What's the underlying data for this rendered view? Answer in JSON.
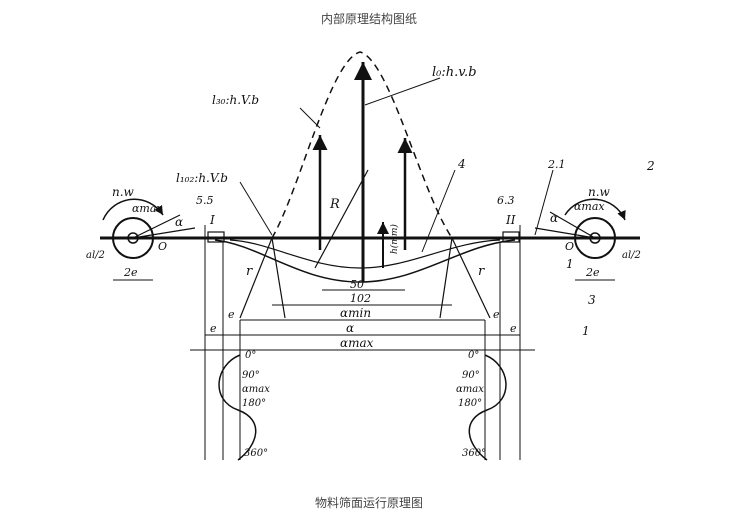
{
  "captions": {
    "top": "内部原理结构图纸",
    "bottom": "物料筛面运行原理图"
  },
  "labels": {
    "l0": "l₀:h.v.b",
    "l30": "l₃₀:h.V.b",
    "l102": "l₁₀₂:h.V.b",
    "nw_left": "n.w",
    "nw_right": "n.w",
    "amax_left": "αmax",
    "amax_right": "αmax",
    "alpha_left": "α",
    "alpha_right": "α",
    "n_5_5": "5.5",
    "n_2_1": "2.1",
    "n_6_3": "6.3",
    "n_2": "2",
    "n_4": "4",
    "n_3": "3",
    "n_1_right": "1",
    "n_1_circle": "1",
    "roman_1": "I",
    "roman_2": "II",
    "r_big": "R",
    "r_left": "r",
    "r_right": "r",
    "dim_50": "50",
    "dim_102": "102",
    "a_min": "αmin",
    "a_mid": "α",
    "a_max": "αmax",
    "e_left": "e",
    "e_right": "e",
    "e_left2": "e",
    "e_right2": "e",
    "two_e_left": "2e",
    "two_e_right": "2e",
    "al2_left": "al/2",
    "al2_right": "al/2",
    "o_left": "O",
    "o_right": "O",
    "deg0_left": "0°",
    "deg90_left": "90°",
    "amax_curve_left": "αmax",
    "deg180_left": "180°",
    "deg360_left": "360°",
    "deg0_right": "0°",
    "deg90_right": "90°",
    "amax_curve_right": "αmax",
    "deg180_right": "180°",
    "deg360_right": "360°",
    "hmm": "h(mm)"
  }
}
